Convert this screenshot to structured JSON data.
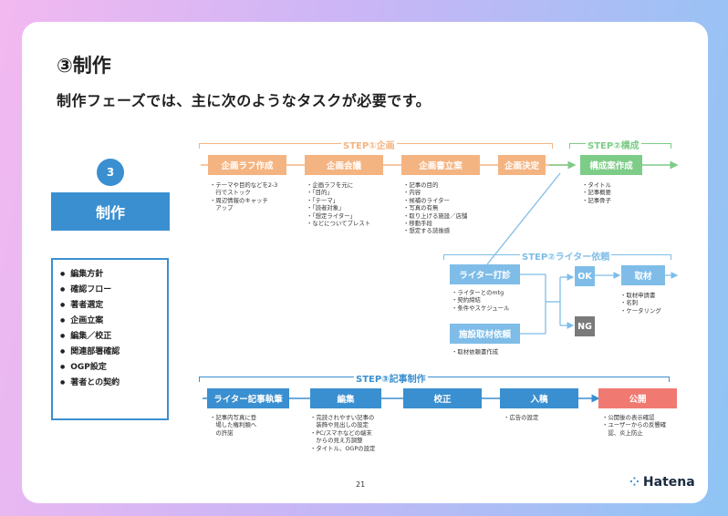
{
  "slide": {
    "title": "③制作",
    "subtitle": "制作フェーズでは、主に次のようなタスクが必要です。",
    "phase_number": "3",
    "phase_name": "制作",
    "page_number": "21",
    "logo_text": "Hatena",
    "logo_icon": "hatena-diamond-icon"
  },
  "tasks": [
    "編集方針",
    "確認フロー",
    "著者選定",
    "企画立案",
    "編集／校正",
    "関連部署確認",
    "OGP設定",
    "著者との契約"
  ],
  "step1": {
    "label": "STEP①企画",
    "boxes": [
      "企画ラフ作成",
      "企画会議",
      "企画書立案",
      "企画決定"
    ],
    "notes": [
      "・テーマや目的などを2-3\n　行でストック\n・周辺情報のキャッチ\n　アップ",
      "・企画ラフを元に\n・「目的」\n・「テーマ」\n・「読者対象」\n・「想定ライター」\n・などについてブレスト",
      "・記事の目的\n・内容\n・候補のライター\n・写真の有無\n・取り上げる施設／店舗\n・移動手段\n・想定する読後感"
    ]
  },
  "step2a": {
    "label": "STEP②構成",
    "box": "構成案作成",
    "note": "・タイトル\n・記事概要\n・記事骨子"
  },
  "step2b": {
    "label": "STEP②ライター依頼",
    "box_writer": "ライター打診",
    "note_writer": "・ライターとのmtg\n・契約締結\n・条件やスケジュール",
    "box_facility": "施設取材依頼",
    "note_facility": "・取材依頼書作成",
    "ok": "OK",
    "ng": "NG",
    "box_interview": "取材",
    "note_interview": "・取材申請書\n・名刺\n・ケータリング"
  },
  "step3": {
    "label": "STEP③記事制作",
    "boxes": [
      "ライター記事執筆",
      "編集",
      "校正",
      "入稿",
      "公開"
    ],
    "notes": [
      "・記事内写真に登\n　場した権利類へ\n　の許諾",
      "・完読されやすい記事の\n　装飾や見出しの設定\n・PC/スマホなどの端末\n　からの見え方調整\n・タイトル、OGPの設定",
      "",
      "・広告の設定",
      "・公開後の表示確認\n・ユーザーからの反響確\n　認、炎上防止"
    ]
  },
  "colors": {
    "step1": "#f4b482",
    "step2a": "#7dcc88",
    "step2b": "#7fbde8",
    "step3": "#3a8fd0",
    "publish": "#f07a72",
    "ng": "#7a7a7a"
  }
}
